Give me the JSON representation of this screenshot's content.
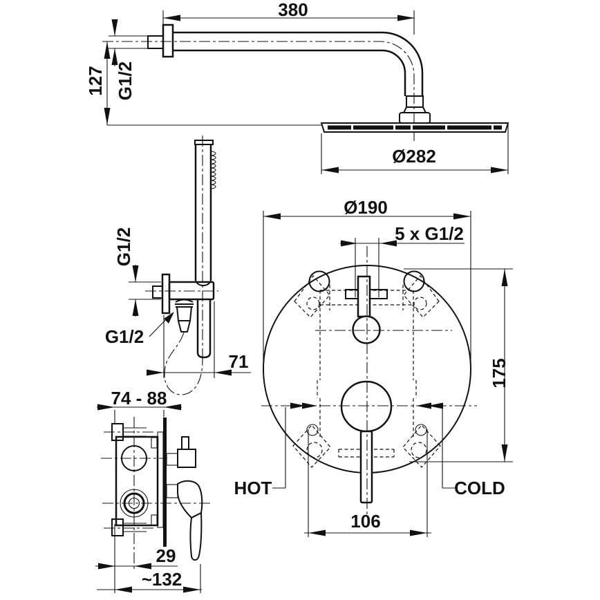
{
  "document": {
    "type": "technical-installation-drawing",
    "product": "concealed shower set with overhead and hand shower",
    "background": "#ffffff",
    "line_color": "#111111"
  },
  "labels": {
    "arm_length": "380",
    "arm_height": "127",
    "arm_thread": "G1/2",
    "head_diameter": "Ø282",
    "plate_diameter": "Ø190",
    "connections_thread": "5 x G1/2",
    "plate_height": "175",
    "hot": "HOT",
    "cold": "COLD",
    "inlet_spacing": "106",
    "holder_depth": "71",
    "holder_thread": "G1/2",
    "hose_thread": "G1/2",
    "install_depth_range": "74 - 88",
    "outlet_offset": "29",
    "valve_width": "~132"
  }
}
